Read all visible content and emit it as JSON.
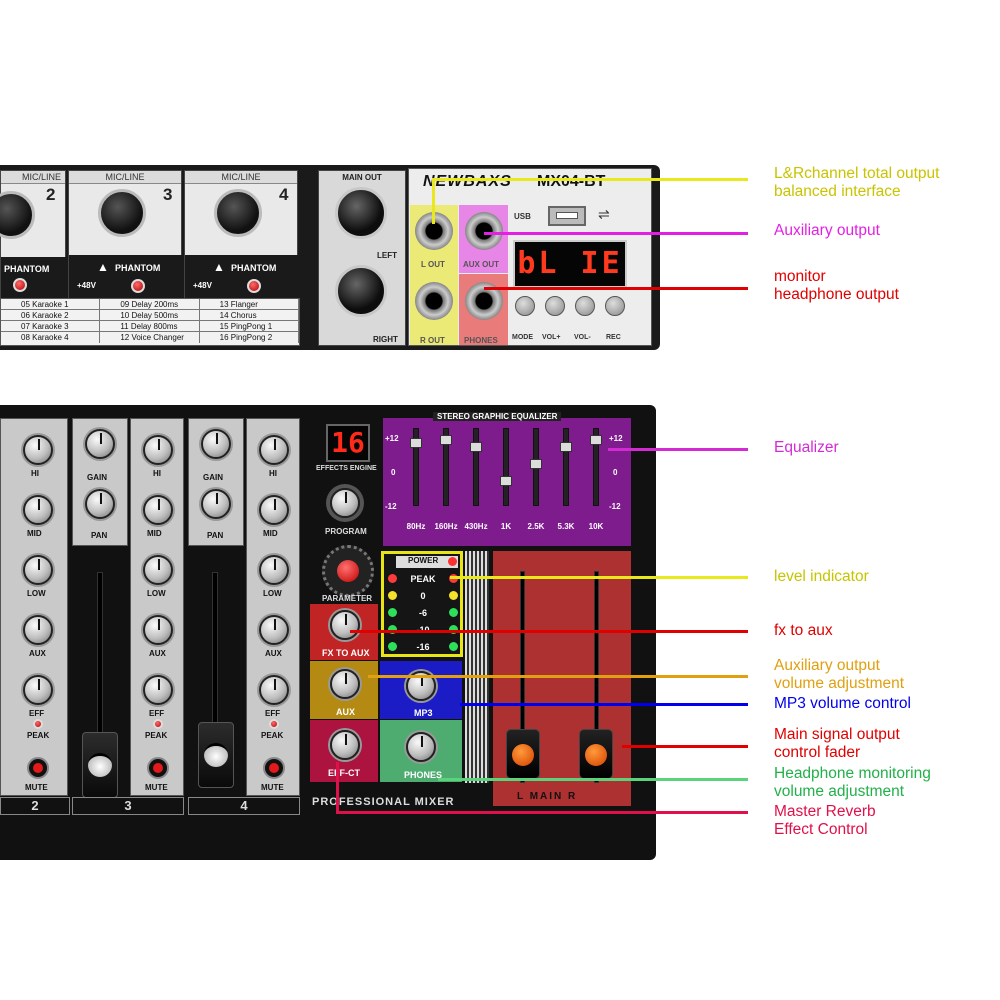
{
  "device": {
    "brand": "NEWBAXS",
    "model": "MX04-BT",
    "footer_label": "PROFESSIONAL MIXER",
    "main_label": "L  MAIN  R"
  },
  "top": {
    "channels": [
      {
        "head": "MIC/LINE",
        "num": "2",
        "phantom": "PHANTOM"
      },
      {
        "head": "MIC/LINE",
        "num": "3",
        "phantom": "PHANTOM",
        "v48": "+48V"
      },
      {
        "head": "MIC/LINE",
        "num": "4",
        "phantom": "PHANTOM",
        "v48": "+48V"
      }
    ],
    "fx_table": [
      [
        "05 Karaoke 1",
        "09 Delay 200ms",
        "13 Flanger"
      ],
      [
        "06 Karaoke 2",
        "10 Delay 500ms",
        "14 Chorus"
      ],
      [
        "07 Karaoke 3",
        "11 Delay 800ms",
        "15 PingPong 1"
      ],
      [
        "08 Karaoke 4",
        "12 Voice Changer",
        "16 PingPong 2"
      ]
    ],
    "main_out": {
      "title": "MAIN OUT",
      "left": "LEFT",
      "right": "RIGHT"
    },
    "jacks": {
      "l_out": "L OUT",
      "aux_out": "AUX OUT",
      "r_out": "R OUT",
      "phones": "PHONES"
    },
    "usb": "USB",
    "lcd": "bL IE",
    "buttons": [
      "MODE",
      "VOL+",
      "VOL-",
      "REC"
    ]
  },
  "bottom": {
    "strip_knobs": {
      "hi": "HI",
      "mid": "MID",
      "low": "LOW",
      "aux": "AUX",
      "eff": "EFF",
      "gain": "GAIN",
      "pan": "PAN",
      "peak": "PEAK",
      "mute": "MUTE"
    },
    "strip_numbers": [
      "2",
      "3",
      "4"
    ],
    "effects": {
      "display": "16",
      "engine": "EFFECTS ENGINE",
      "program": "PROGRAM",
      "parameter": "PARAMETER"
    },
    "master_knobs": {
      "fx_to_aux": "FX TO AUX",
      "aux": "AUX",
      "eff_ct": "EFF-CT",
      "mp3": "MP3",
      "phones": "PHONES"
    },
    "eq": {
      "title": "STEREO GRAPHIC EQUALIZER",
      "bands": [
        "80Hz",
        "160Hz",
        "430Hz",
        "1K",
        "2.5K",
        "5.3K",
        "10K"
      ],
      "levels": [
        0.15,
        0.1,
        0.2,
        0.7,
        0.45,
        0.2,
        0.1
      ],
      "scale_top": "+12",
      "scale_mid": "0",
      "scale_bot": "-12"
    },
    "meter": {
      "title": "POWER",
      "rows": [
        "PEAK",
        "0",
        "-6",
        "-10",
        "-16"
      ]
    }
  },
  "annotations": [
    {
      "text": [
        "L&Rchannel total output",
        "balanced interface"
      ],
      "color": "#c9c300"
    },
    {
      "text": [
        "Auxiliary  output"
      ],
      "color": "#e41fe4"
    },
    {
      "text": [
        "monitor",
        "headphone output"
      ],
      "color": "#e00000"
    },
    {
      "text": [
        "Equalizer"
      ],
      "color": "#d42ad4"
    },
    {
      "text": [
        "level indicator"
      ],
      "color": "#c5c500"
    },
    {
      "text": [
        "fx to aux"
      ],
      "color": "#e00000"
    },
    {
      "text": [
        "Auxiliary output",
        "volume adjustment"
      ],
      "color": "#e0a010"
    },
    {
      "text": [
        "MP3 volume control"
      ],
      "color": "#0000ee"
    },
    {
      "text": [
        "Main signal output",
        "control fader"
      ],
      "color": "#e00000"
    },
    {
      "text": [
        "Headphone monitoring",
        "volume adjustment"
      ],
      "color": "#22b04a"
    },
    {
      "text": [
        "Master Reverb",
        "Effect Control"
      ],
      "color": "#e0104a"
    }
  ]
}
